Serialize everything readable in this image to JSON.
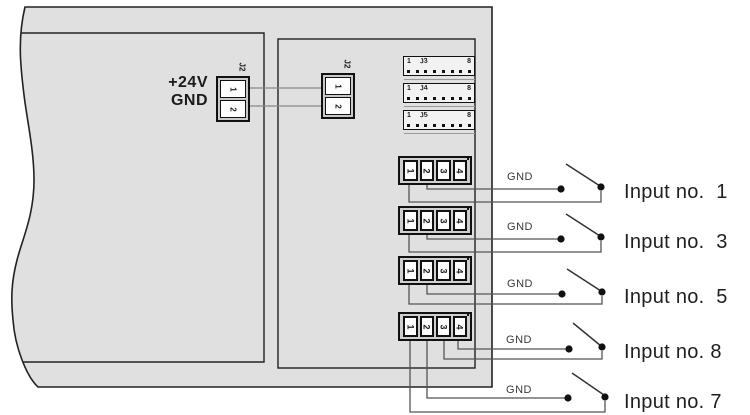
{
  "power": {
    "line1": "+24V",
    "line2": "GND"
  },
  "j2_left": {
    "label": "J2",
    "pins": [
      "1",
      "2"
    ]
  },
  "j2_right": {
    "label": "J2",
    "pins": [
      "1",
      "2"
    ]
  },
  "headers": [
    {
      "label": "J3",
      "pin_first": "1",
      "pin_last": "8"
    },
    {
      "label": "J4",
      "pin_first": "1",
      "pin_last": "8"
    },
    {
      "label": "J5",
      "pin_first": "1",
      "pin_last": "8"
    }
  ],
  "quads": [
    {
      "pins": [
        "1",
        "2",
        "3",
        "4"
      ]
    },
    {
      "pins": [
        "1",
        "2",
        "3",
        "4"
      ]
    },
    {
      "pins": [
        "1",
        "2",
        "3",
        "4"
      ]
    },
    {
      "pins": [
        "1",
        "2",
        "3",
        "4"
      ]
    }
  ],
  "rows": [
    {
      "gnd": "GND",
      "label": "Input no.  1"
    },
    {
      "gnd": "GND",
      "label": "Input no.  3"
    },
    {
      "gnd": "GND",
      "label": "Input no.  5"
    },
    {
      "gnd": "GND",
      "label": "Input no. 8"
    },
    {
      "gnd": "GND",
      "label": "Input no. 7"
    }
  ],
  "colors": {
    "board_fill": "#e0e0e0",
    "outline": "#1a1a1a",
    "wire": "#555555",
    "j2_wire": "#888888"
  }
}
